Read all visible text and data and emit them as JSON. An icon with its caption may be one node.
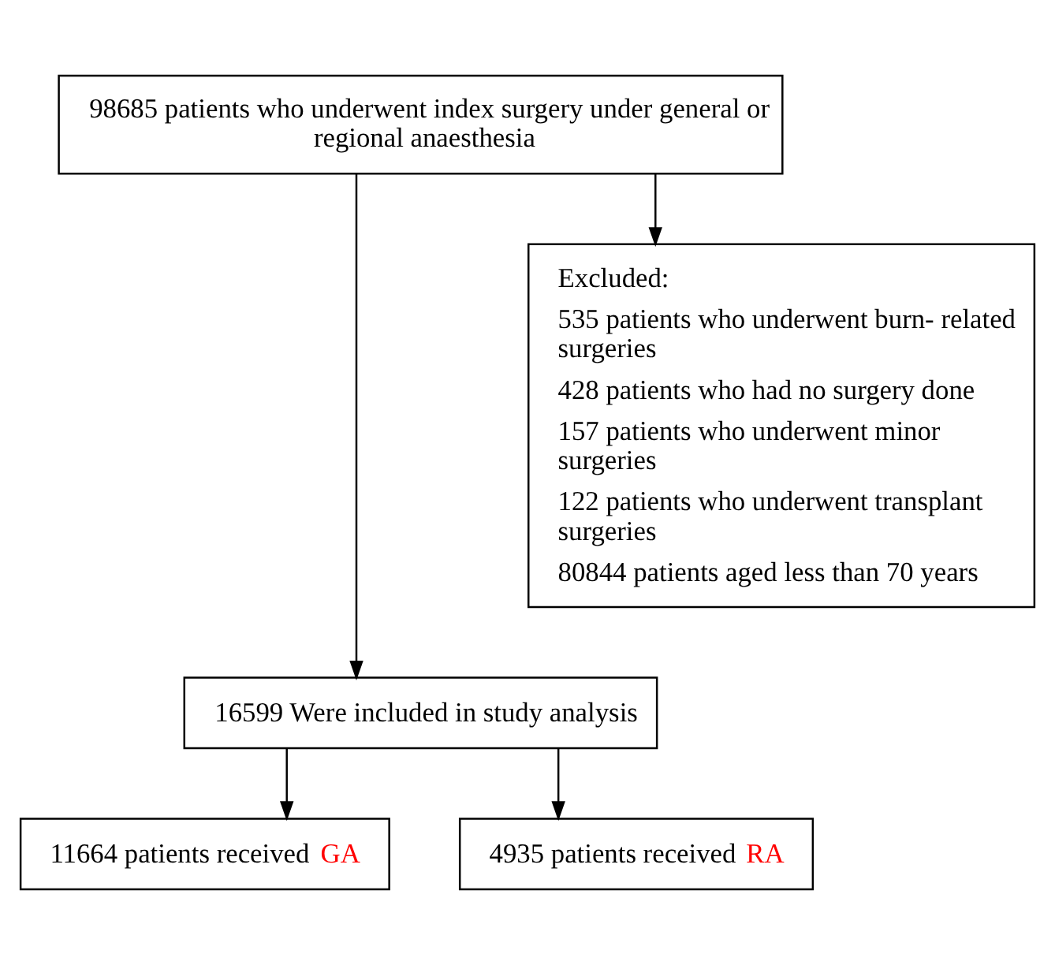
{
  "diagram": {
    "nodes": [
      {
        "text": [
          "98685 patients who underwent index surgery under general or regional anaesthesia"
        ]
      },
      {
        "text": [
          "Excluded:",
          "535 patients who underwent burn- related surgeries",
          "428 patients who had no surgery done",
          "157 patients who underwent minor surgeries",
          "122 patients who underwent transplant surgeries",
          "80844 patients aged less than 70 years"
        ]
      },
      {
        "text": [
          "16599 Were included in study analysis"
        ]
      },
      {
        "text": [
          "11664 patients received GA"
        ]
      },
      {
        "text": [
          "4935 patients received RA"
        ]
      }
    ],
    "edges": [
      {
        "from": 0,
        "to": 2,
        "arrow": "to"
      },
      {
        "from": 0,
        "to": 1,
        "arrow": "to"
      },
      {
        "from": 2,
        "to": 3,
        "arrow": "to"
      },
      {
        "from": 2,
        "to": 4,
        "arrow": "to"
      }
    ]
  }
}
